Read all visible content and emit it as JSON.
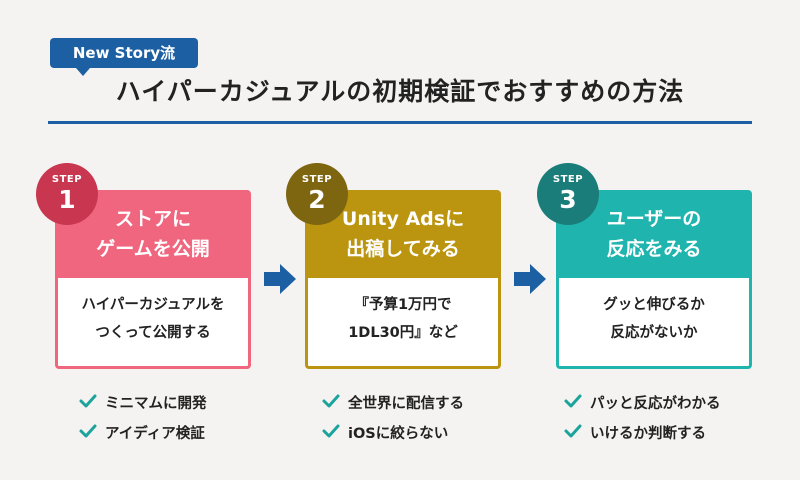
{
  "tag": "New Story流",
  "title": "ハイパーカジュアルの初期検証でおすすめの方法",
  "steps": [
    {
      "step_word": "STEP",
      "number": "1",
      "color": "#f1667f",
      "dark": "#c8364f",
      "head_line1": "ストアに",
      "head_line2": "ゲームを公開",
      "body_line1": "ハイパーカジュアルを",
      "body_line2": "つくって公開する",
      "checks": [
        "ミニマムに開発",
        "アイディア検証"
      ]
    },
    {
      "step_word": "STEP",
      "number": "2",
      "color": "#bb9510",
      "dark": "#7e6510",
      "head_line1": "Unity Adsに",
      "head_line2": "出稿してみる",
      "body_line1": "『予算1万円で",
      "body_line2": "1DL30円』など",
      "checks": [
        "全世界に配信する",
        "iOSに絞らない"
      ]
    },
    {
      "step_word": "STEP",
      "number": "3",
      "color": "#1fb5ae",
      "dark": "#1b7d79",
      "head_line1": "ユーザーの",
      "head_line2": "反応をみる",
      "body_line1": "グッと伸びるか",
      "body_line2": "反応がないか",
      "checks": [
        "パッと反応がわかる",
        "いけるか判断する"
      ]
    }
  ],
  "accent": "#1d5fa3",
  "check_color": "#1ba39c",
  "icons": {
    "arrow": "arrow-right-icon",
    "check": "checkmark-icon"
  }
}
